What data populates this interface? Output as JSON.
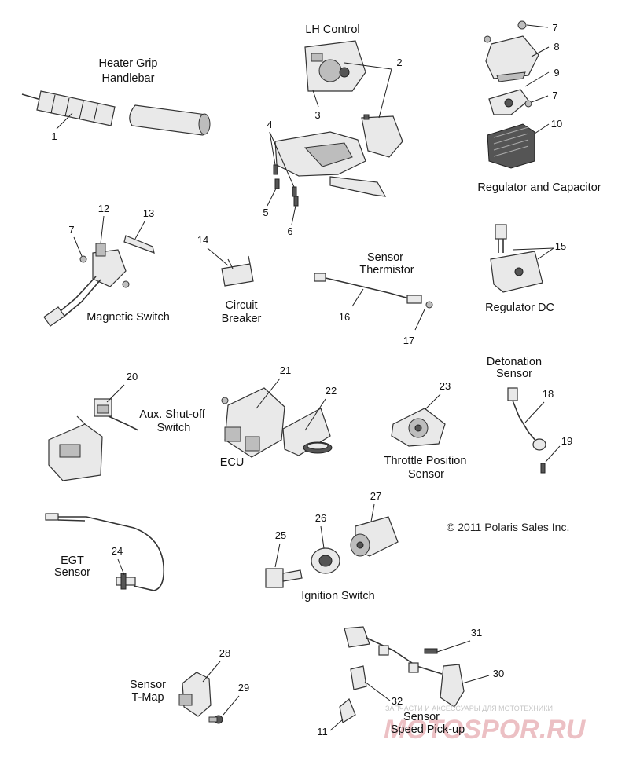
{
  "labels": {
    "heater_grip": [
      "Heater Grip",
      "Handlebar"
    ],
    "lh_control": "LH Control",
    "regulator_capacitor": "Regulator and Capacitor",
    "magnetic_switch": "Magnetic Switch",
    "circuit_breaker": [
      "Circuit",
      "Breaker"
    ],
    "sensor_thermistor": [
      "Sensor",
      "Thermistor"
    ],
    "regulator_dc": "Regulator DC",
    "detonation_sensor": [
      "Detonation",
      "Sensor"
    ],
    "aux_shutoff_switch": [
      "Aux. Shut-off",
      "Switch"
    ],
    "ecu": "ECU",
    "throttle_position_sensor": [
      "Throttle Position",
      "Sensor"
    ],
    "egt_sensor": [
      "EGT",
      "Sensor"
    ],
    "ignition_switch": "Ignition Switch",
    "sensor_tmap": [
      "Sensor",
      "T-Map"
    ],
    "sensor_speed_pickup": [
      "Sensor",
      "Speed Pick-up"
    ]
  },
  "copyright": "© 2011 Polaris Sales Inc.",
  "callouts": {
    "n1": "1",
    "n2": "2",
    "n3": "3",
    "n4": "4",
    "n5": "5",
    "n6": "6",
    "n7a": "7",
    "n7b": "7",
    "n7c": "7",
    "n8": "8",
    "n9": "9",
    "n10": "10",
    "n11": "11",
    "n12": "12",
    "n13": "13",
    "n14": "14",
    "n15": "15",
    "n16": "16",
    "n17": "17",
    "n18": "18",
    "n19": "19",
    "n20": "20",
    "n21": "21",
    "n22": "22",
    "n23": "23",
    "n24": "24",
    "n25": "25",
    "n26": "26",
    "n27": "27",
    "n28": "28",
    "n29": "29",
    "n30": "30",
    "n31": "31",
    "n32": "32"
  },
  "watermark": {
    "tagline": "ЗАПЧАСТИ И АКСЕССУАРЫ ДЛЯ МОТОТЕХНИКИ",
    "logo": "MOTOSPOR.RU"
  }
}
